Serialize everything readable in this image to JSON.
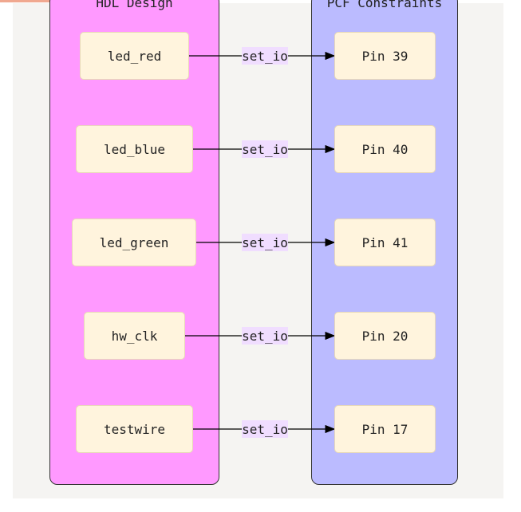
{
  "groups": {
    "hdl": {
      "title": "HDL Design"
    },
    "pcf": {
      "title": "PCF Constraints"
    }
  },
  "signals": [
    {
      "name": "led_red",
      "pin": "Pin 39",
      "edge": "set_io"
    },
    {
      "name": "led_blue",
      "pin": "Pin 40",
      "edge": "set_io"
    },
    {
      "name": "led_green",
      "pin": "Pin 41",
      "edge": "set_io"
    },
    {
      "name": "hw_clk",
      "pin": "Pin 20",
      "edge": "set_io"
    },
    {
      "name": "testwire",
      "pin": "Pin 17",
      "edge": "set_io"
    }
  ],
  "colors": {
    "hdl_group": "#ff99ff",
    "pcf_group": "#bbbbff",
    "node_fill": "#fff4dd",
    "edge_label_fill": "#f0ddff"
  }
}
